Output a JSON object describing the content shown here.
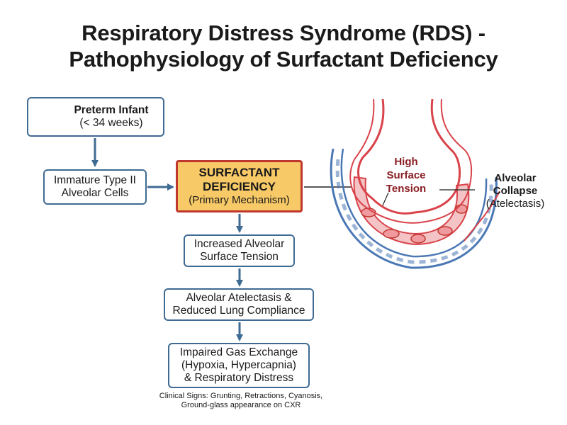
{
  "title": {
    "line1": "Respiratory Distress Syndrome (RDS) -",
    "line2": "Pathophysiology of Surfactant Deficiency"
  },
  "flow": {
    "preterm": {
      "line1": "Preterm Infant",
      "line2": "(< 34 weeks)",
      "icon": "baby-icon"
    },
    "immature": {
      "line1": "Immature Type II",
      "line2": "Alveolar Cells"
    },
    "surfactant": {
      "line1": "SURFACTANT",
      "line2": "DEFICIENCY",
      "line3": "(Primary Mechanism)"
    },
    "tension": {
      "line1": "Increased Alveolar",
      "line2": "Surface Tension"
    },
    "atelectasis": {
      "line1": "Alveolar Atelectasis &",
      "line2": "Reduced Lung Compliance"
    },
    "gas": {
      "line1": "Impaired Gas Exchange",
      "line2": "(Hypoxia, Hypercapnia)",
      "line3": "& Respiratory Distress"
    }
  },
  "clinical": {
    "line1": "Clinical Signs: Grunting, Retractions, Cyanosis,",
    "line2": "Ground-glass appearance on CXR"
  },
  "illustration": {
    "high_tension": {
      "line1": "High",
      "line2": "Surface",
      "line3": "Tension"
    },
    "collapse": {
      "line1": "Alveolar",
      "line2": "Collapse",
      "line3": "(Atelectasis)"
    }
  },
  "colors": {
    "box_border": "#3f6b93",
    "arrow": "#3f6b93",
    "highlight_fill": "#f7c967",
    "highlight_border": "#c0372d",
    "alveolus_red": "#d9434a",
    "capillary_blue": "#4a78b5",
    "tension_text": "#8a1f24"
  }
}
